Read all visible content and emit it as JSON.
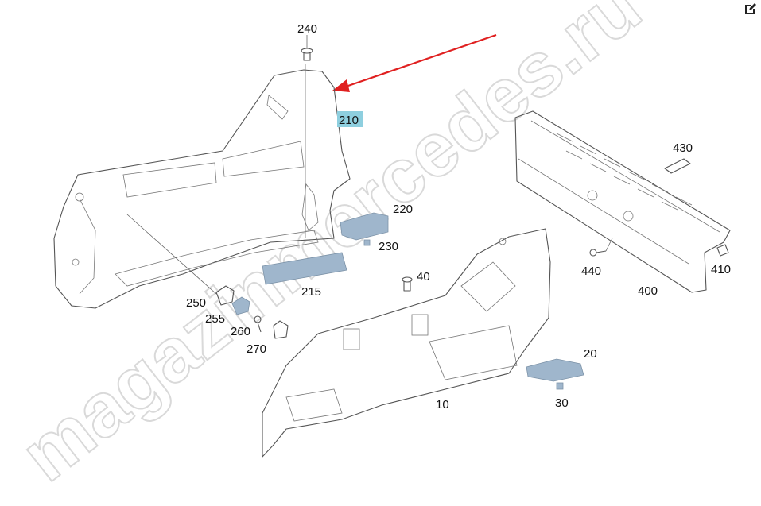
{
  "callouts": [
    {
      "id": "240",
      "label": "240"
    },
    {
      "id": "210",
      "label": "210",
      "highlight": true
    },
    {
      "id": "220",
      "label": "220"
    },
    {
      "id": "230",
      "label": "230"
    },
    {
      "id": "215",
      "label": "215"
    },
    {
      "id": "40",
      "label": "40"
    },
    {
      "id": "250",
      "label": "250"
    },
    {
      "id": "255",
      "label": "255"
    },
    {
      "id": "260",
      "label": "260"
    },
    {
      "id": "270",
      "label": "270"
    },
    {
      "id": "430",
      "label": "430"
    },
    {
      "id": "440",
      "label": "440"
    },
    {
      "id": "400",
      "label": "400"
    },
    {
      "id": "410",
      "label": "410"
    },
    {
      "id": "20",
      "label": "20"
    },
    {
      "id": "30",
      "label": "30"
    },
    {
      "id": "10",
      "label": "10"
    }
  ],
  "watermark": "magazinmercedes.ru",
  "colors": {
    "arrow": "#e02020",
    "highlight": "#8ecfdf",
    "shaded_part": "#9fb6cc",
    "line": "#555555"
  },
  "icons": {
    "edit": "edit-icon"
  }
}
